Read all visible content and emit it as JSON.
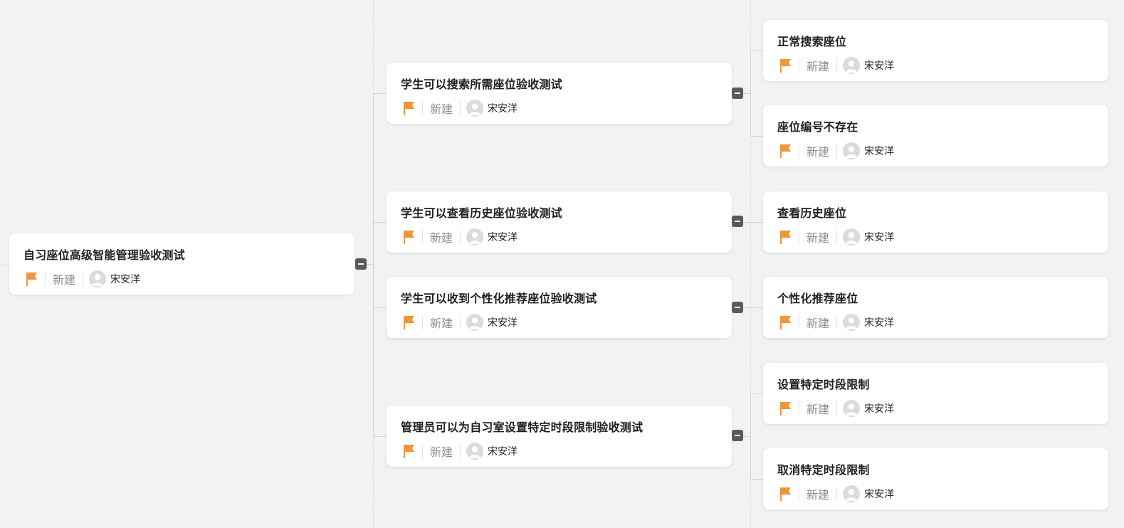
{
  "mindmap": {
    "root": {
      "title": "自习座位高级智能管理验收测试",
      "status": "新建",
      "assignee": "宋安洋"
    },
    "level1": [
      {
        "title": "学生可以搜索所需座位验收测试",
        "status": "新建",
        "assignee": "宋安洋"
      },
      {
        "title": "学生可以查看历史座位验收测试",
        "status": "新建",
        "assignee": "宋安洋"
      },
      {
        "title": "学生可以收到个性化推荐座位验收测试",
        "status": "新建",
        "assignee": "宋安洋"
      },
      {
        "title": "管理员可以为自习室设置特定时段限制验收测试",
        "status": "新建",
        "assignee": "宋安洋"
      }
    ],
    "level2": [
      {
        "title": "正常搜索座位",
        "status": "新建",
        "assignee": "宋安洋"
      },
      {
        "title": "座位编号不存在",
        "status": "新建",
        "assignee": "宋安洋"
      },
      {
        "title": "查看历史座位",
        "status": "新建",
        "assignee": "宋安洋"
      },
      {
        "title": "个性化推荐座位",
        "status": "新建",
        "assignee": "宋安洋"
      },
      {
        "title": "设置特定时段限制",
        "status": "新建",
        "assignee": "宋安洋"
      },
      {
        "title": "取消特定时段限制",
        "status": "新建",
        "assignee": "宋安洋"
      }
    ]
  },
  "icons": {
    "priority": "flag-icon",
    "assignee": "user-avatar-icon",
    "collapse": "collapse-minus-icon"
  },
  "colors": {
    "background": "#f2f2f2",
    "card": "#ffffff",
    "flag": "#f0963a",
    "status_text": "#8c8c8c",
    "title_text": "#1f1f1f",
    "collapse_button": "#5a5a5a"
  }
}
